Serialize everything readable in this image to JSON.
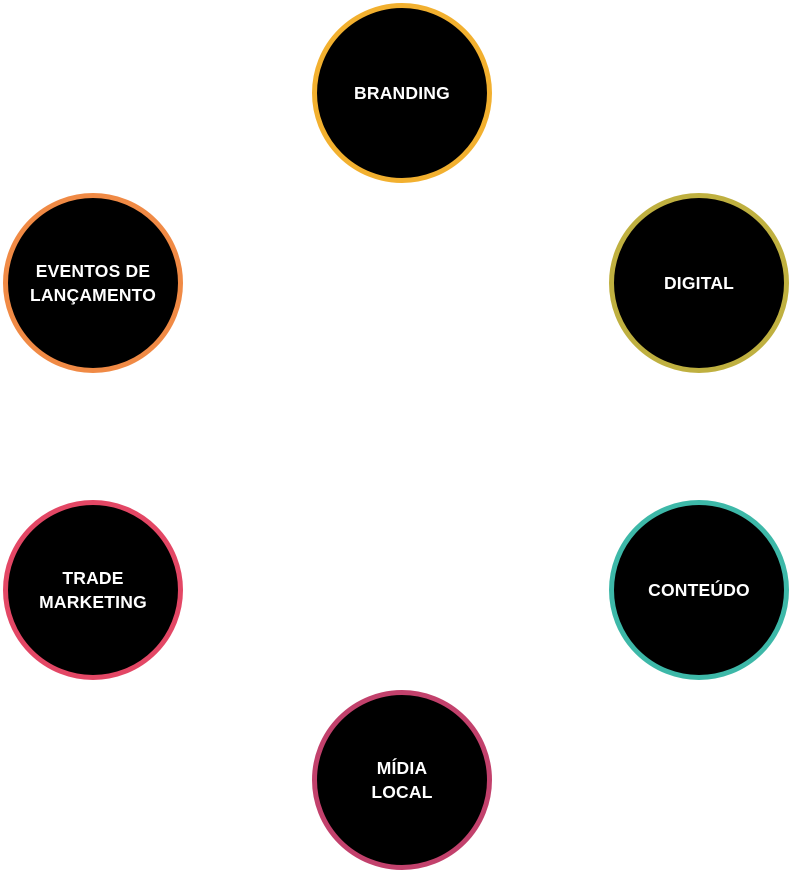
{
  "nodes": [
    {
      "id": "branding",
      "lines": [
        "BRANDING"
      ],
      "border_color": "#F2B02F"
    },
    {
      "id": "digital",
      "lines": [
        "DIGITAL"
      ],
      "border_color": "#BFB040"
    },
    {
      "id": "conteudo",
      "lines": [
        "CONTEÚDO"
      ],
      "border_color": "#3DB8A8"
    },
    {
      "id": "midia",
      "lines": [
        "MÍDIA",
        "LOCAL"
      ],
      "border_color": "#C2416C"
    },
    {
      "id": "trade",
      "lines": [
        "TRADE",
        "MARKETING"
      ],
      "border_color": "#E34765"
    },
    {
      "id": "eventos",
      "lines": [
        "EVENTOS DE",
        "LANÇAMENTO"
      ],
      "border_color": "#F08A45"
    }
  ]
}
